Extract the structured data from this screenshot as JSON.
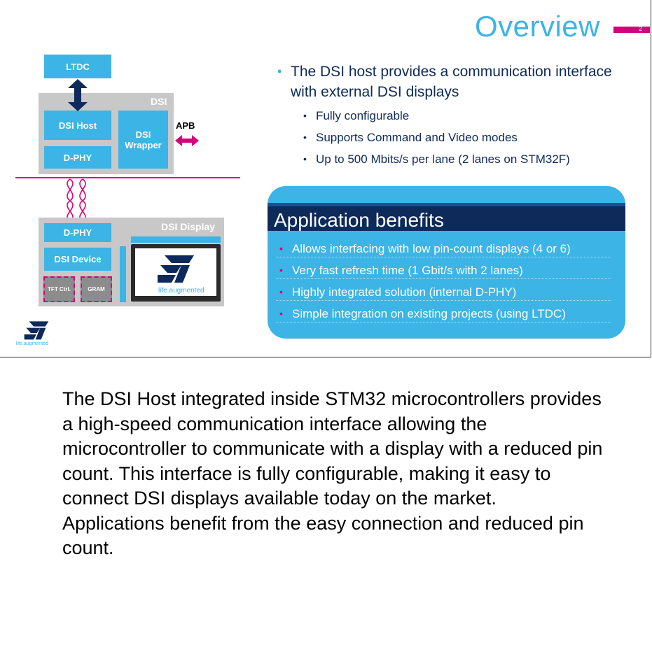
{
  "slide": {
    "title": "Overview",
    "page_number": "2"
  },
  "diagram": {
    "ltdc": "LTDC",
    "dsi_label": "DSI",
    "dsi_host": "DSI Host",
    "dsi_wrapper": "DSI Wrapper",
    "dphy_top": "D-PHY",
    "apb": "APB",
    "display_label": "DSI Display",
    "dphy_bottom": "D-PHY",
    "dsi_device": "DSI Device",
    "tft_ctrl": "TFT Ctrl.",
    "gram": "GRAM",
    "screen_tagline": "life.augmented"
  },
  "bullets": {
    "main": "The DSI host provides a communication interface with external DSI displays",
    "sub": [
      "Fully configurable",
      "Supports Command and Video modes",
      "Up to 500 Mbits/s per lane (2 lanes on STM32F)"
    ]
  },
  "benefits": {
    "title": "Application benefits",
    "items": [
      "Allows interfacing with low pin-count displays (4 or 6)",
      "Very fast refresh time (1 Gbit/s with 2 lanes)",
      "Highly integrated solution (internal D-PHY)",
      "Simple integration on existing projects (using LTDC)"
    ]
  },
  "logo": {
    "tagline": "life.augmented"
  },
  "notes": {
    "paragraph1": "The DSI Host integrated inside STM32 microcontrollers provides a high-speed communication interface allowing the microcontroller to communicate with a display with a reduced pin count. This interface is fully configurable, making it easy to connect DSI displays available today on the market.",
    "paragraph2": "Applications benefit from the easy connection and reduced pin count."
  },
  "colors": {
    "accent_blue": "#3cb4e5",
    "navy": "#0e2a5a",
    "magenta": "#d4007a"
  }
}
